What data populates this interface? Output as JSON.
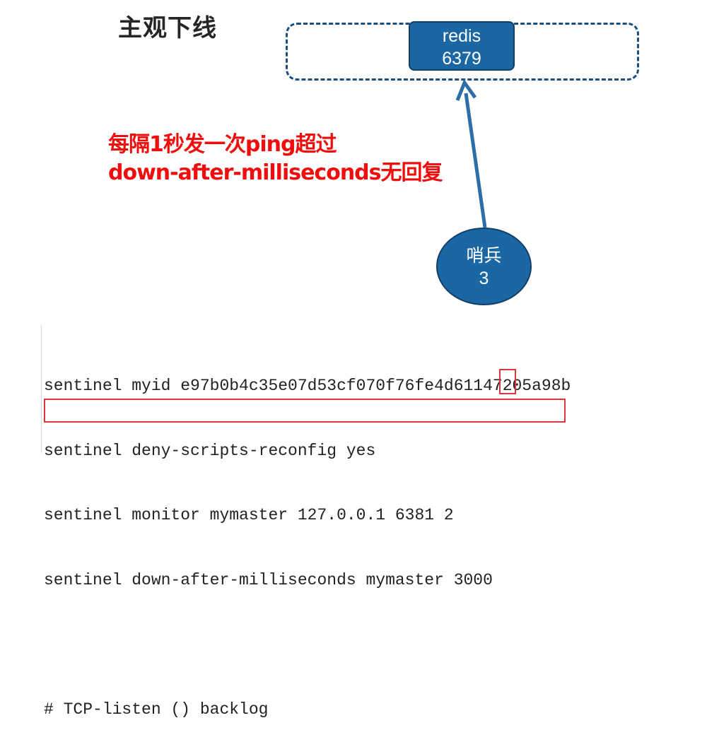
{
  "title": "主观下线",
  "redis_node": {
    "name": "redis",
    "port": "6379"
  },
  "sentinel_node": {
    "name": "哨兵",
    "number": "3"
  },
  "annotation": {
    "line1": "每隔1秒发一次ping超过",
    "line2": "down-after-milliseconds无回复"
  },
  "config_lines": [
    "sentinel myid e97b0b4c35e07d53cf070f76fe4d61147205a98b",
    "sentinel deny-scripts-reconfig yes",
    "sentinel monitor mymaster 127.0.0.1 6381 2",
    "sentinel down-after-milliseconds mymaster 3000",
    "",
    "# TCP-listen () backlog"
  ],
  "colors": {
    "node_fill": "#1b67a3",
    "node_border": "#123f66",
    "annotation": "#f20d0d",
    "highlight": "#d9363e",
    "arrow": "#2d6ea8"
  }
}
